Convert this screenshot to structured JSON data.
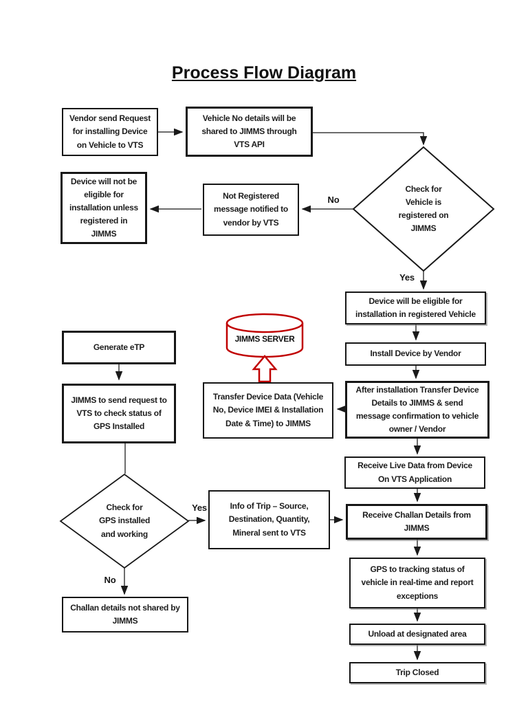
{
  "title": "Process Flow Diagram",
  "colors": {
    "accent_red": "#C00000",
    "line": "#3a3a3a",
    "box_border": "#161616"
  },
  "nodes": {
    "vendor_request": "Vendor send Request\nfor installing Device\non Vehicle to VTS",
    "vehicle_details": "Vehicle No details will be\nshared to JIMMS through\nVTS API",
    "check_vehicle_registered": "Check for\nVehicle is\nregistered on\nJIMMS",
    "not_registered_msg": "Not Registered\nmessage notified to\nvendor by VTS",
    "device_not_eligible": "Device will not be\neligible for\ninstallation unless\nregistered in\nJIMMS",
    "device_eligible": "Device will be eligible for\ninstallation in registered Vehicle",
    "install_device": "Install Device by Vendor",
    "jimms_server": "JIMMS SERVER",
    "after_installation": "After installation Transfer Device\nDetails to JIMMS & send\nmessage confirmation to vehicle\nowner / Vendor",
    "transfer_device_data": "Transfer Device Data (Vehicle\nNo, Device IMEI & Installation\nDate & Time) to JIMMS",
    "generate_etp": "Generate eTP",
    "jimms_send_request": "JIMMS to send request to\nVTS to check status of\nGPS Installed",
    "receive_live_data": "Receive Live Data from Device\nOn VTS Application",
    "check_gps": "Check for\nGPS installed\nand working",
    "info_of_trip": "Info of Trip – Source,\nDestination, Quantity,\nMineral sent to VTS",
    "receive_challan": "Receive Challan Details from\nJIMMS",
    "challan_not_shared": "Challan details not shared by\nJIMMS",
    "gps_tracking": "GPS to tracking status of\nvehicle in real-time and report\nexceptions",
    "unload": "Unload at designated area",
    "trip_closed": "Trip Closed"
  },
  "labels": {
    "decision_vehicle_yes": "Yes",
    "decision_vehicle_no": "No",
    "decision_gps_yes": "Yes",
    "decision_gps_no": "No"
  }
}
